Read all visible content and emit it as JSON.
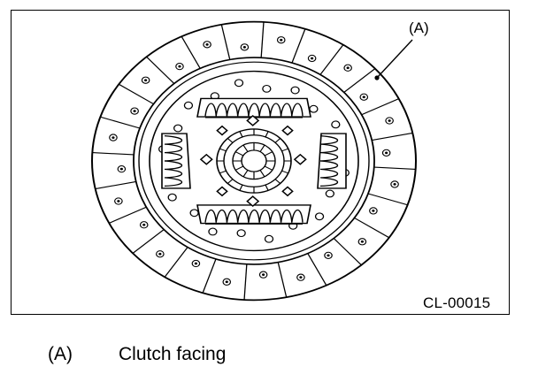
{
  "figure": {
    "callout": "(A)",
    "code": "CL-00015"
  },
  "legend": {
    "key": "(A)",
    "text": "Clutch facing"
  },
  "colors": {
    "line": "#000000",
    "background": "#ffffff"
  }
}
